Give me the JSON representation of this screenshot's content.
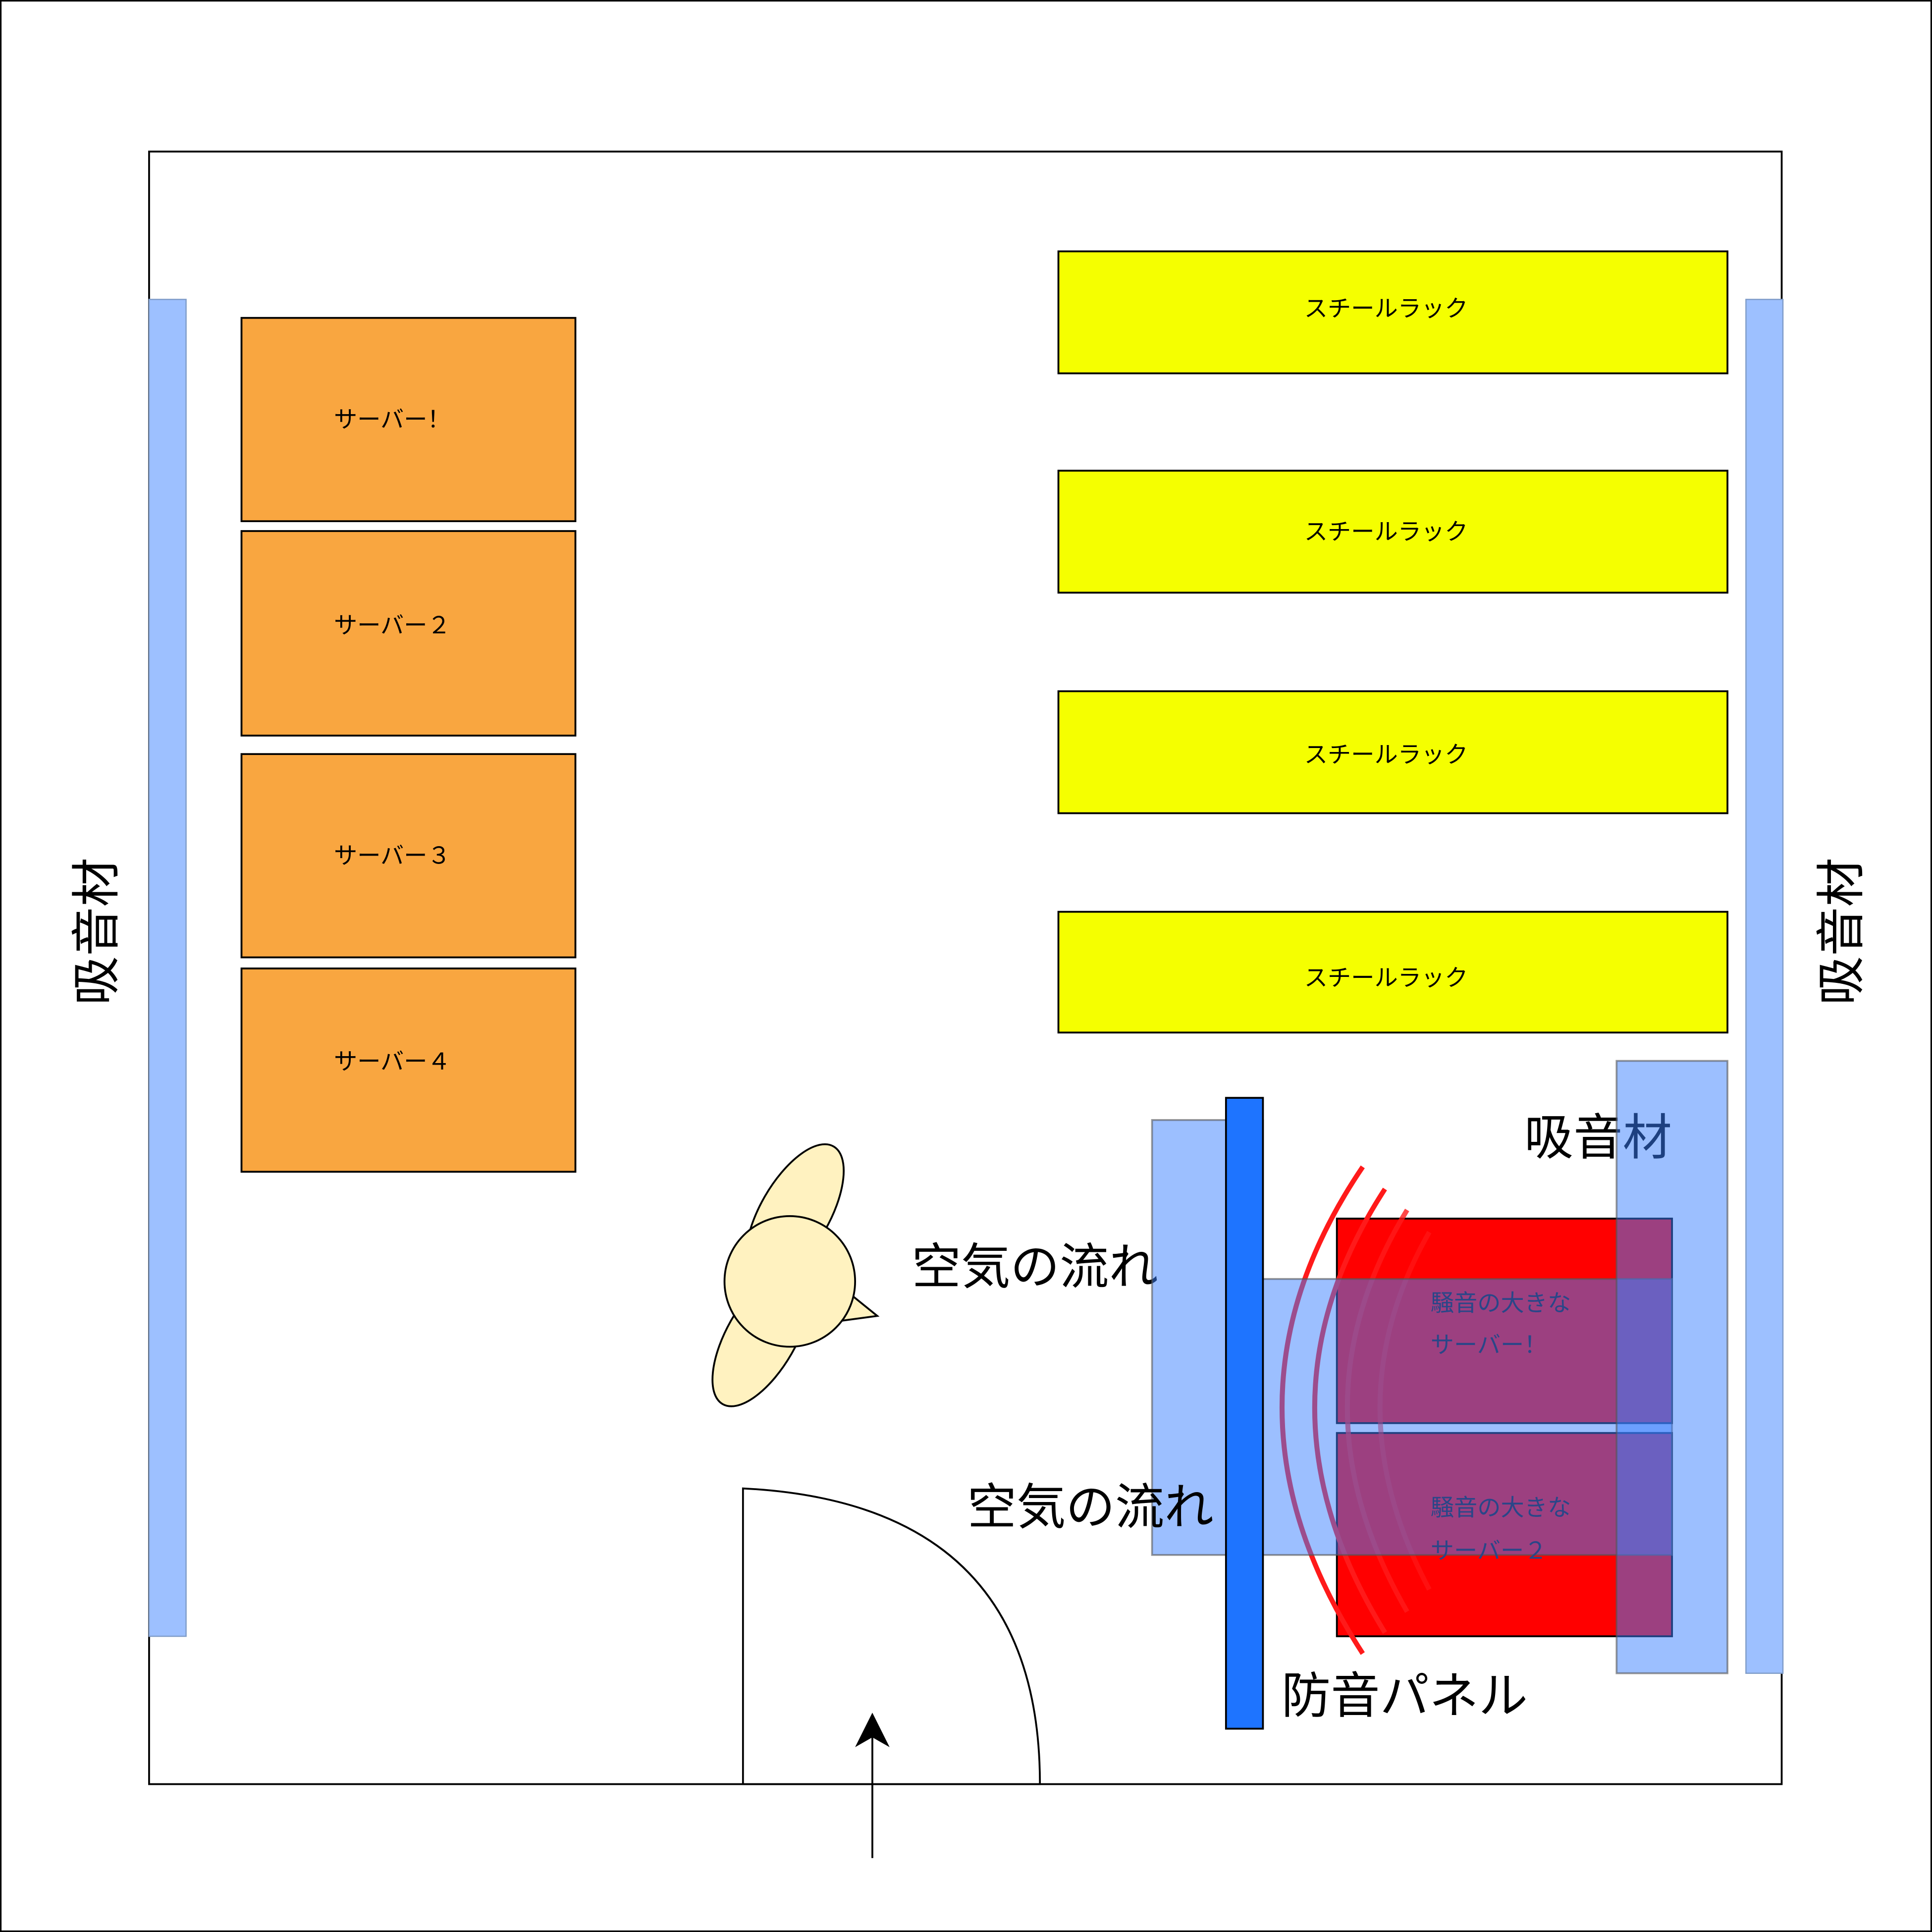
{
  "colors": {
    "server": "#f9a640",
    "rack": "#f5ff00",
    "absorber": "#9dc0ff",
    "panel": "#1e74ff",
    "noisy_server": "#ff0000",
    "overlay": "#3a7fff",
    "fan": "#fff2c0"
  },
  "absorber_label": "吸音材",
  "servers": [
    {
      "label": "サーバー！"
    },
    {
      "label": "サーバー２"
    },
    {
      "label": "サーバー３"
    },
    {
      "label": "サーバー４"
    }
  ],
  "racks": [
    {
      "label": "スチールラック"
    },
    {
      "label": "スチールラック"
    },
    {
      "label": "スチールラック"
    },
    {
      "label": "スチールラック"
    }
  ],
  "noisy_servers": [
    {
      "line1": "騒音の大きな",
      "line2": "サーバー！"
    },
    {
      "line1": "騒音の大きな",
      "line2": "サーバー２"
    }
  ],
  "airflow_label_1": "空気の流れ",
  "airflow_label_2": "空気の流れ",
  "corner_absorber_label": "吸音材",
  "panel_label": "防音パネル"
}
